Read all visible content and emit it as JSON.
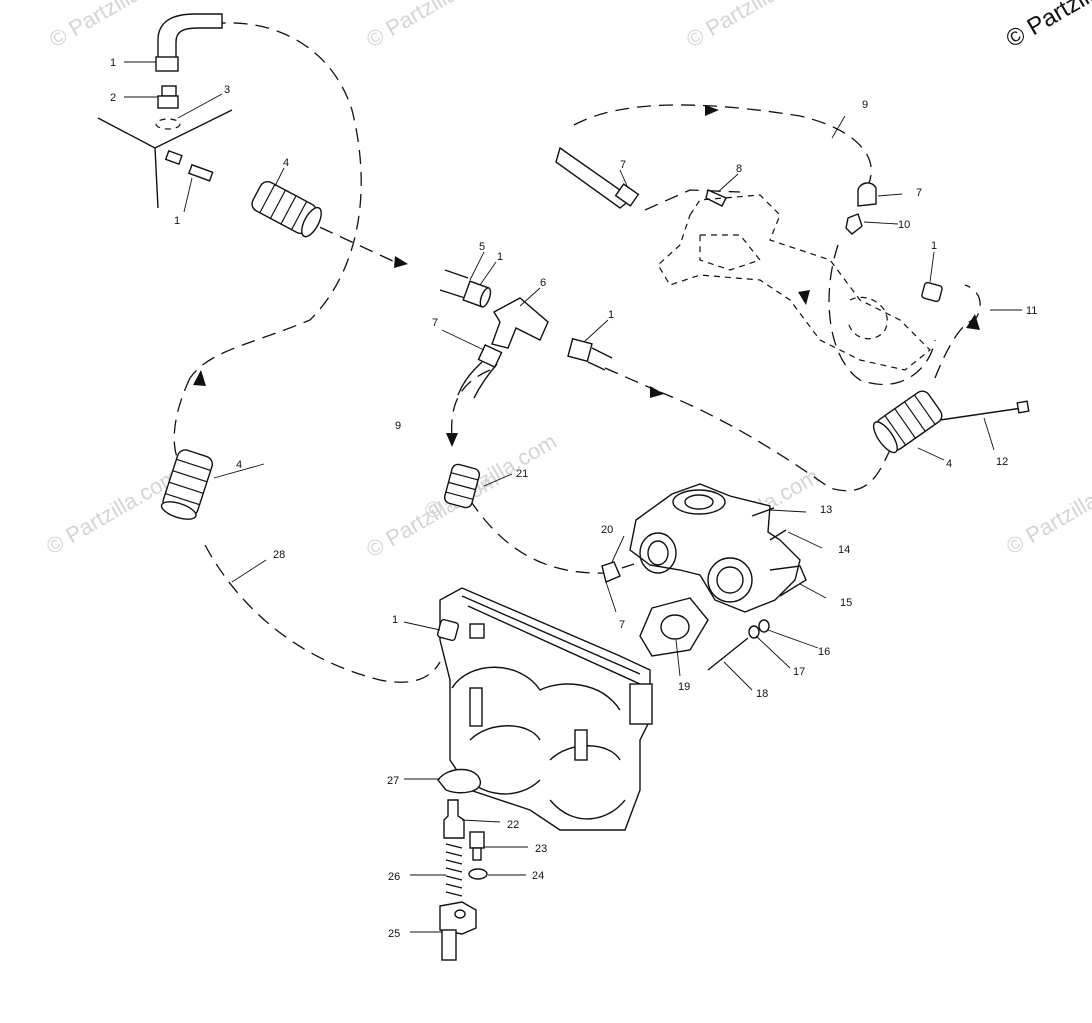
{
  "watermarks": [
    {
      "text": "© Partzilla.com"
    },
    {
      "text": "© Partzilla.com"
    },
    {
      "text": "© Partzilla.com"
    },
    {
      "text": "© Partzilla.com"
    },
    {
      "text": "© Partzilla.com"
    },
    {
      "text": "© Partzilla.com"
    },
    {
      "text": "© Partzilla.com"
    },
    {
      "text": "© Partzilla.com"
    },
    {
      "text": "© Partzilla.com"
    }
  ],
  "callouts": [
    {
      "number": "1"
    },
    {
      "number": "2"
    },
    {
      "number": "3"
    },
    {
      "number": "1"
    },
    {
      "number": "4"
    },
    {
      "number": "5"
    },
    {
      "number": "1"
    },
    {
      "number": "6"
    },
    {
      "number": "7"
    },
    {
      "number": "1"
    },
    {
      "number": "9"
    },
    {
      "number": "7"
    },
    {
      "number": "8"
    },
    {
      "number": "9"
    },
    {
      "number": "7"
    },
    {
      "number": "10"
    },
    {
      "number": "1"
    },
    {
      "number": "11"
    },
    {
      "number": "4"
    },
    {
      "number": "21"
    },
    {
      "number": "4"
    },
    {
      "number": "12"
    },
    {
      "number": "13"
    },
    {
      "number": "14"
    },
    {
      "number": "20"
    },
    {
      "number": "15"
    },
    {
      "number": "7"
    },
    {
      "number": "16"
    },
    {
      "number": "17"
    },
    {
      "number": "19"
    },
    {
      "number": "18"
    },
    {
      "number": "28"
    },
    {
      "number": "1"
    },
    {
      "number": "27"
    },
    {
      "number": "22"
    },
    {
      "number": "23"
    },
    {
      "number": "26"
    },
    {
      "number": "24"
    },
    {
      "number": "25"
    }
  ]
}
